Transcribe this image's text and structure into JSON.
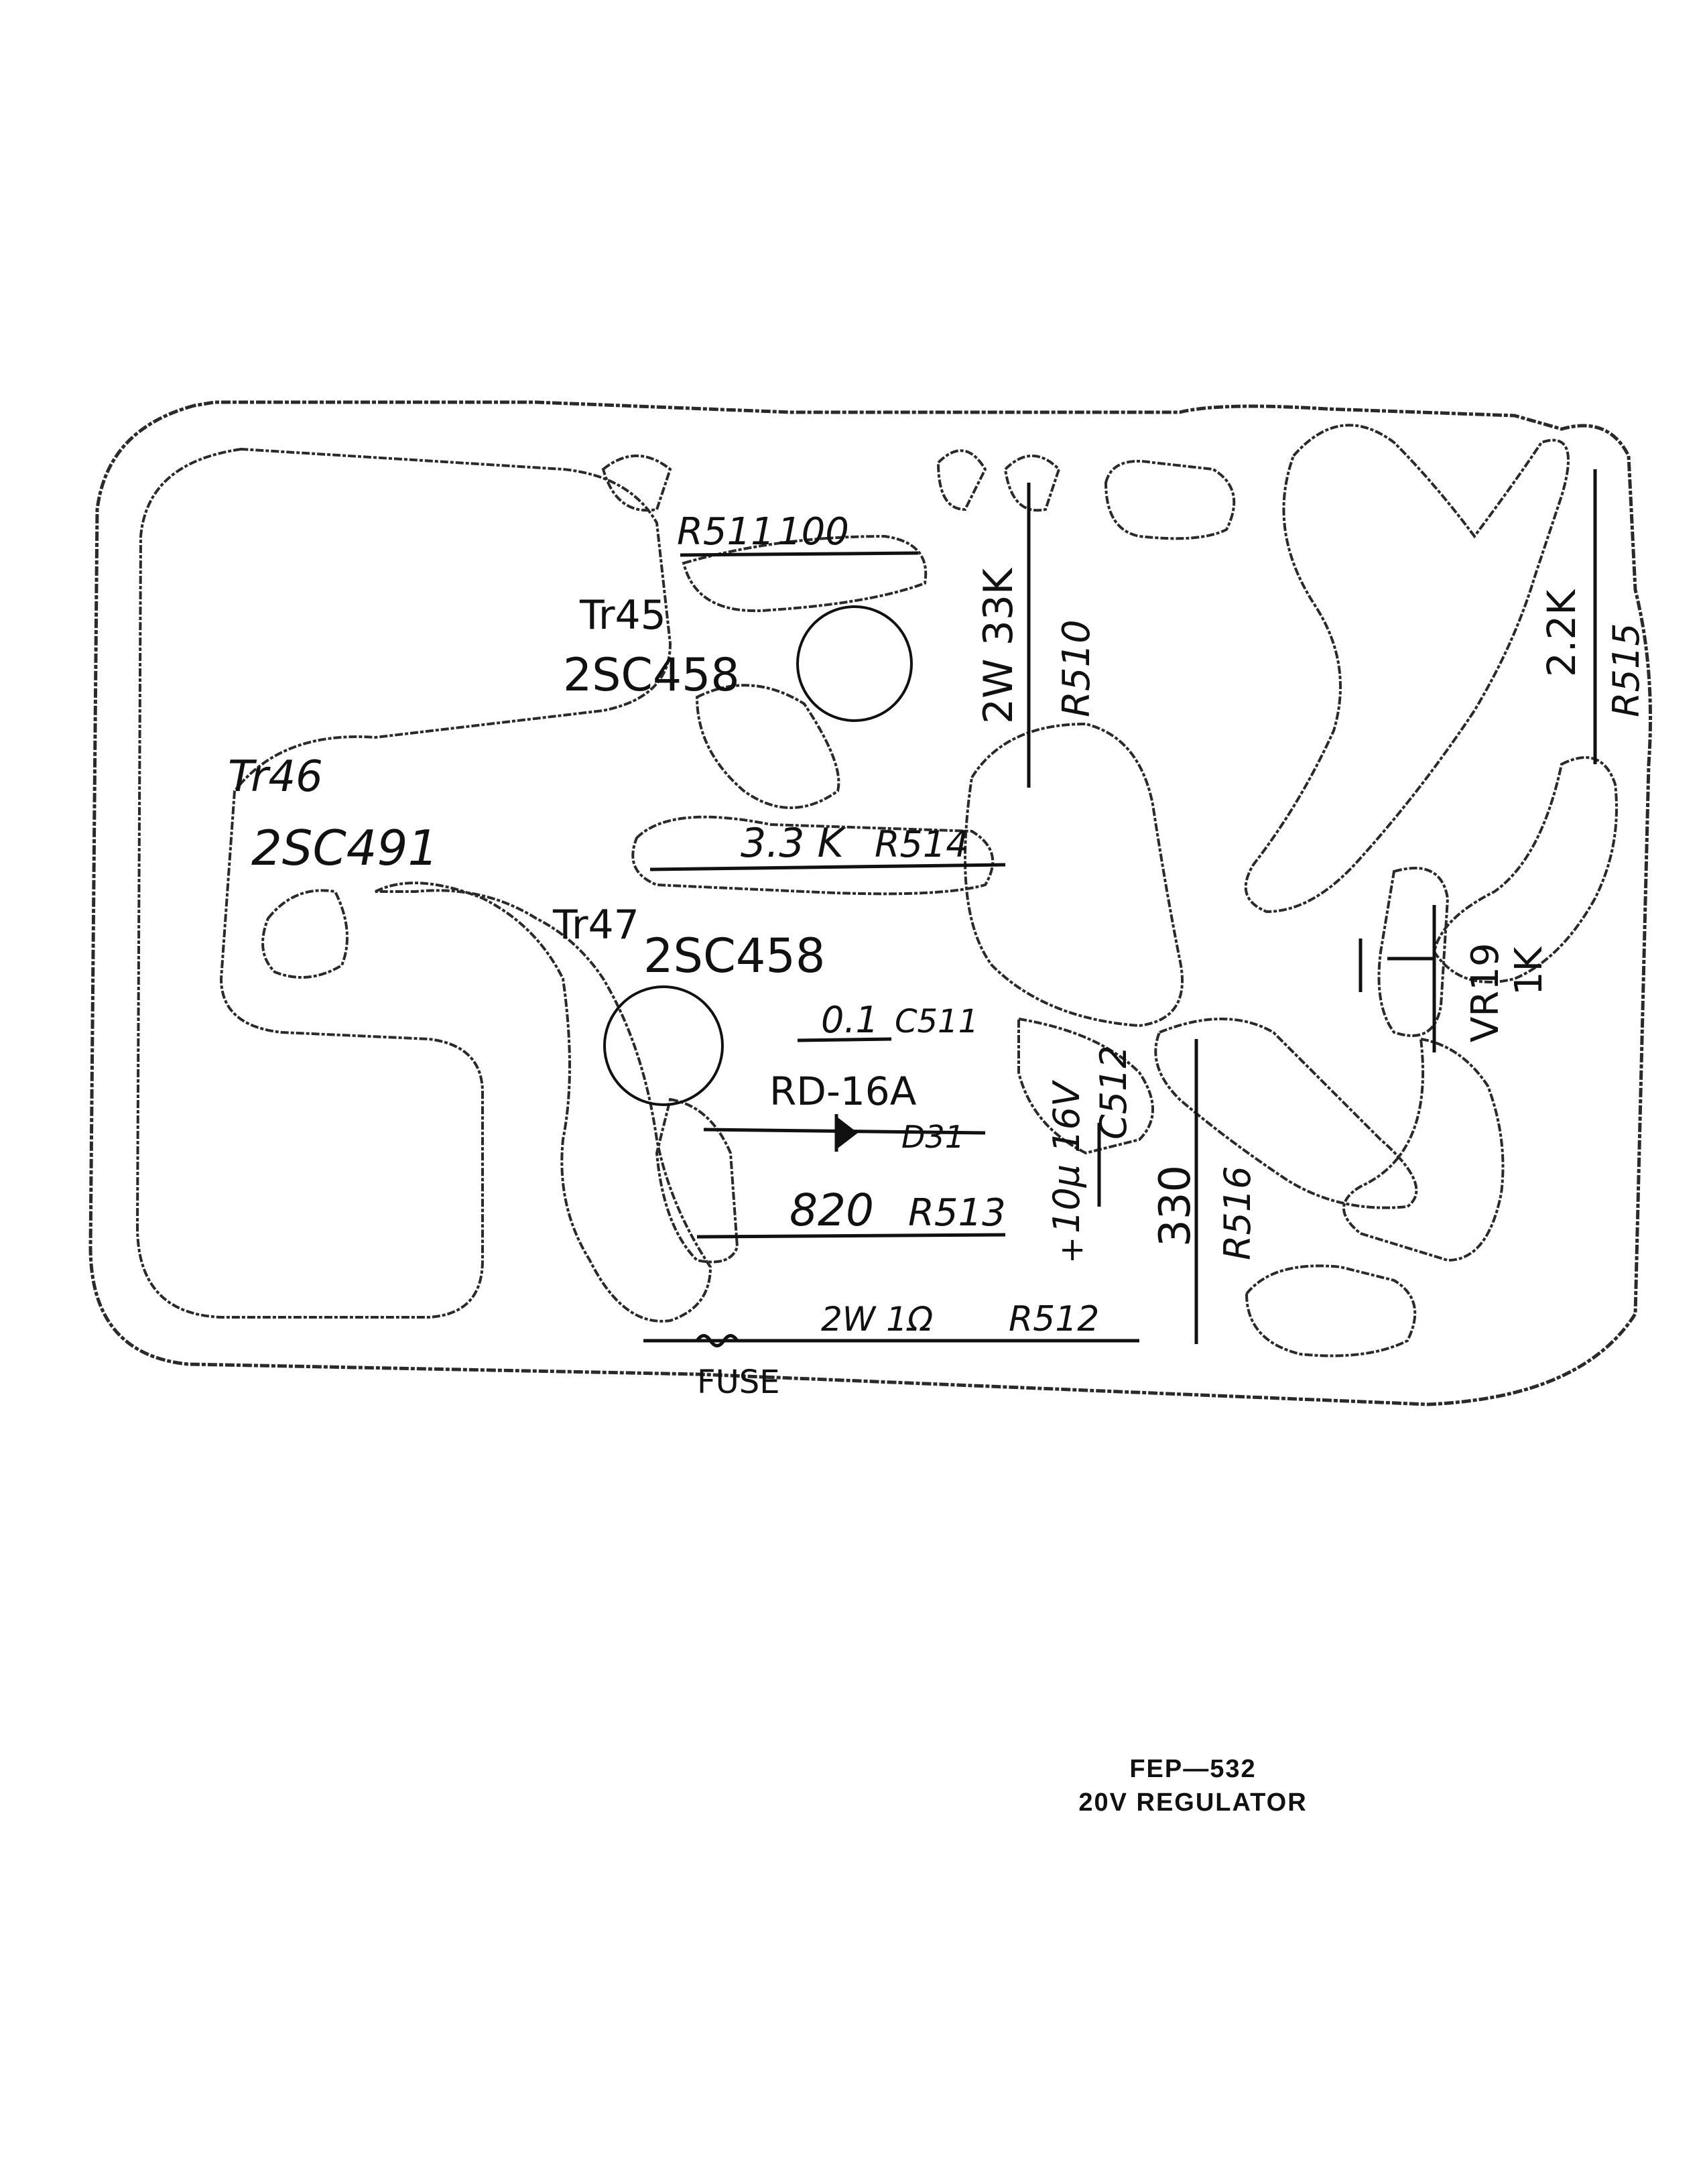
{
  "diagram": {
    "components": {
      "r511": {
        "ref": "R511",
        "value": "100"
      },
      "tr45": {
        "ref": "Tr45",
        "part": "2SC458"
      },
      "tr46": {
        "ref": "Tr46",
        "part": "2SC491"
      },
      "tr47": {
        "ref": "Tr47",
        "part": "2SC458"
      },
      "r510": {
        "ref": "R510",
        "value": "2W 33K"
      },
      "r514": {
        "ref": "R514",
        "value": "3.3 K"
      },
      "c511": {
        "ref": "C511",
        "value": "0.1"
      },
      "c512": {
        "ref": "C512",
        "value": "10µ 16V",
        "polarity": "+"
      },
      "d31": {
        "ref": "D31",
        "part": "RD-16A"
      },
      "r513": {
        "ref": "R513",
        "value": "820"
      },
      "r512": {
        "ref": "R512",
        "value": "2W 1Ω"
      },
      "fuse": {
        "label": "FUSE"
      },
      "r516": {
        "ref": "R516",
        "value": "330"
      },
      "r515": {
        "ref": "R515",
        "value": "2.2K"
      },
      "vr19": {
        "ref": "VR19",
        "value": "1K"
      }
    }
  },
  "caption": {
    "model": "FEP—532",
    "title": "20V REGULATOR"
  },
  "colors": {
    "ink": "#111111",
    "trace": "#2a2a2a",
    "paper": "#ffffff"
  }
}
